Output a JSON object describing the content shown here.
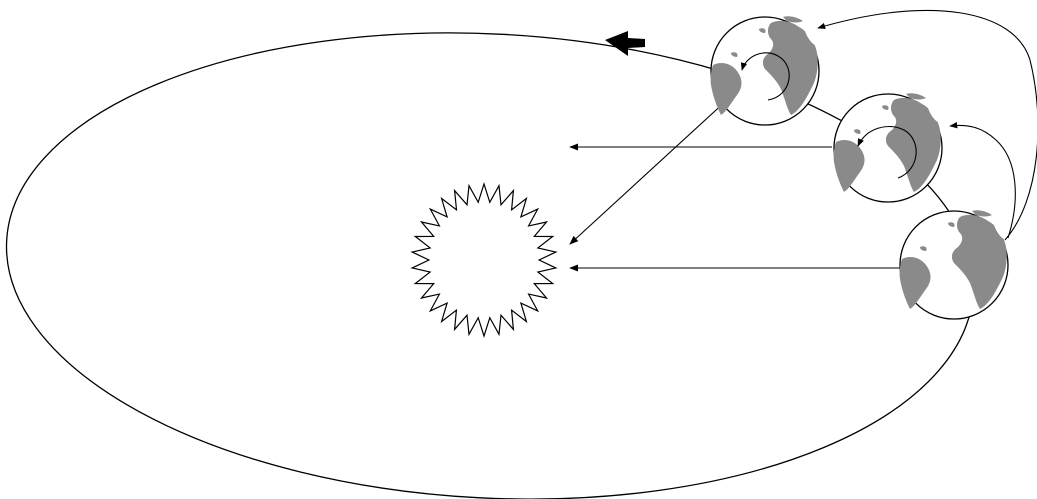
{
  "diagram": {
    "labels": [],
    "colors": {
      "background": "#ffffff",
      "stroke": "#000000",
      "earth_ocean": "#ffffff",
      "earth_land": "#8a8a8a",
      "orbit_arrow": "#000000"
    },
    "elements": {
      "orbit": "elliptical-orbit",
      "sun": "sun",
      "earth_positions": 3,
      "orbit_direction": "counterclockwise"
    }
  }
}
